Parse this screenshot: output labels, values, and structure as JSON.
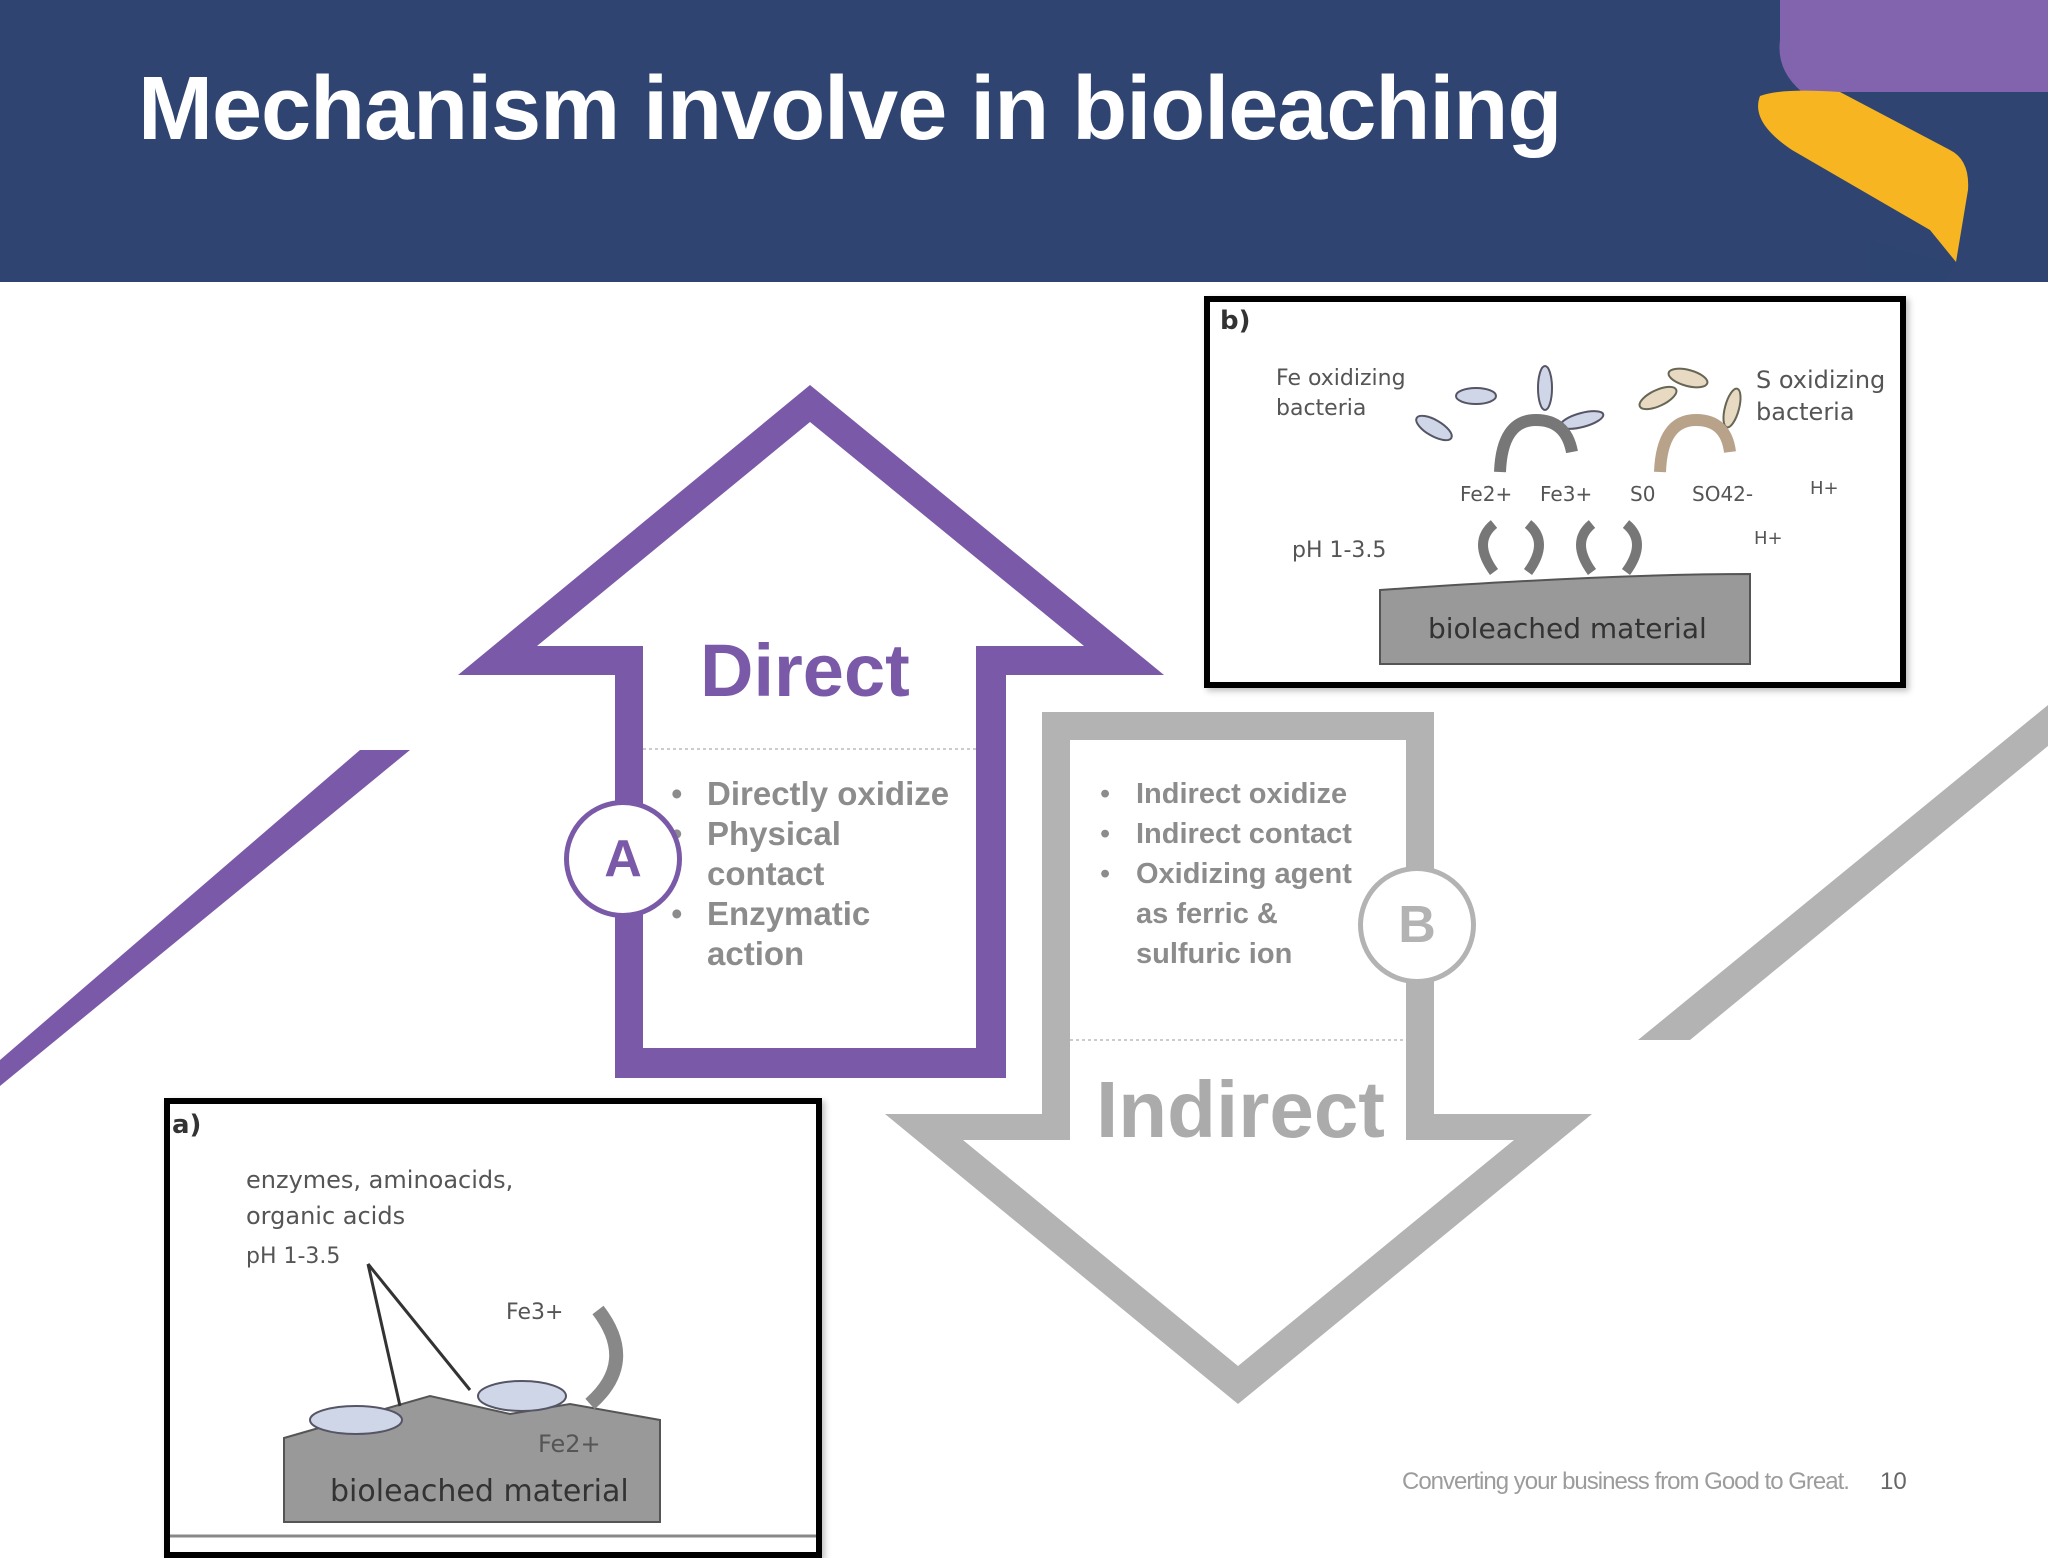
{
  "title": "Mechanism involve in bioleaching",
  "colors": {
    "header": "#2f4470",
    "purple": "#7a5aa8",
    "gray": "#b3b3b3",
    "ribbon_purple": "#8164ad",
    "ribbon_yellow": "#f6b521"
  },
  "direct": {
    "heading": "Direct",
    "badge": "A",
    "points": [
      "Directly oxidize",
      "Physical contact",
      "Enzymatic action"
    ]
  },
  "indirect": {
    "heading": "Indirect",
    "badge": "B",
    "points": [
      "Indirect oxidize",
      "Indirect contact",
      "Oxidizing agent as ferric & sulfuric ion"
    ]
  },
  "figure_b": {
    "label": "b)",
    "fe_bacteria": "Fe oxidizing bacteria",
    "s_bacteria": "S oxidizing bacteria",
    "ph": "pH 1-3.5",
    "fe2": "Fe2+",
    "fe3": "Fe3+",
    "s0": "S0",
    "so4": "SO42-",
    "h_plus": "H+",
    "material": "bioleached material"
  },
  "figure_a": {
    "label": "a)",
    "agents": "enzymes, aminoacids, organic acids",
    "ph": "pH 1-3.5",
    "fe3": "Fe3+",
    "fe2": "Fe2+",
    "material": "bioleached material"
  },
  "footer": {
    "tagline": "Converting your business from Good to Great.",
    "page_number": "10"
  }
}
